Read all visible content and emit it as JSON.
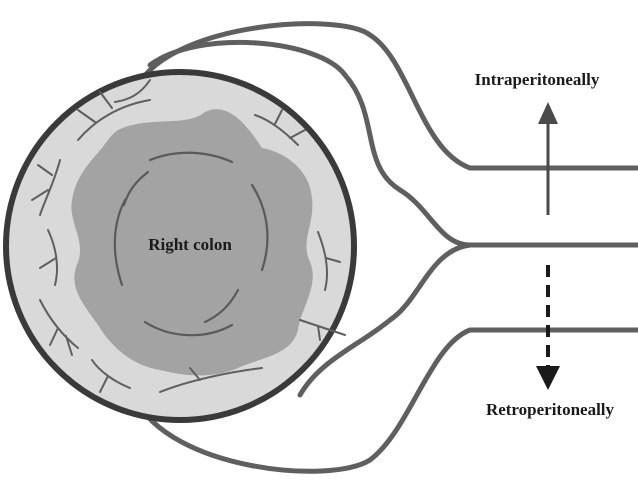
{
  "diagram": {
    "center_label": "Right colon",
    "top_label": "Intraperitoneally",
    "bottom_label": "Retroperitoneally",
    "colors": {
      "background": "#ffffff",
      "colon_outer_fill": "#d9d9d9",
      "colon_rim": "#3a3a3a",
      "lumen_fill": "#a3a3a3",
      "vessel": "#5f5f5f",
      "arrow": "#4a4a4a",
      "dashed_arrow": "#1a1a1a"
    }
  }
}
